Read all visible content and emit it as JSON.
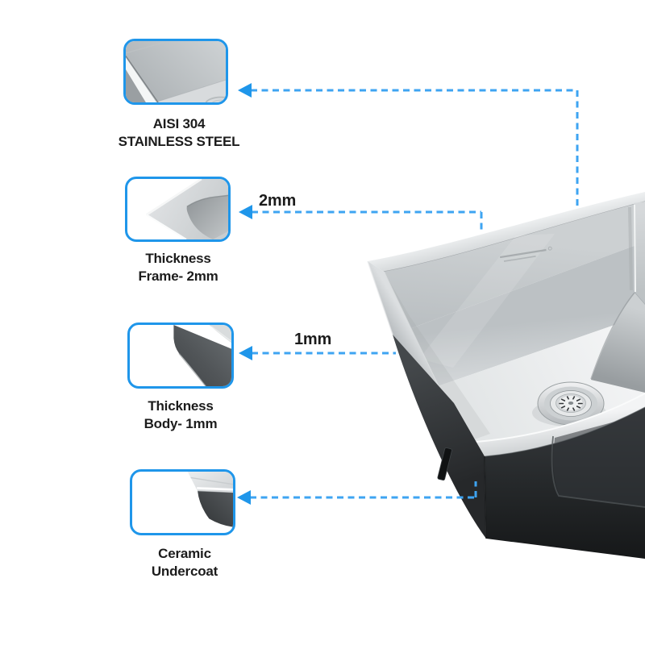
{
  "page": {
    "background": "#ffffff"
  },
  "colors": {
    "accent_blue": "#1f96ea",
    "dash_blue": "#3ea4f2",
    "label_text": "#1c1c1c",
    "steel_light": "#d7dadc",
    "undercoat_dark": "#26282a"
  },
  "callouts": [
    {
      "id": "aisi-304-stainless-steel",
      "label_line1": "AISI 304",
      "label_line2": "STAINLESS STEEL",
      "measurement": ""
    },
    {
      "id": "frame-thickness",
      "label_line1": "Thickness",
      "label_line2": "Frame- 2mm",
      "measurement": "2mm"
    },
    {
      "id": "body-thickness",
      "label_line1": "Thickness",
      "label_line2": "Body- 1mm",
      "measurement": "1mm"
    },
    {
      "id": "ceramic-undercoat",
      "label_line1": "Ceramic",
      "label_line2": "Undercoat",
      "measurement": ""
    }
  ]
}
